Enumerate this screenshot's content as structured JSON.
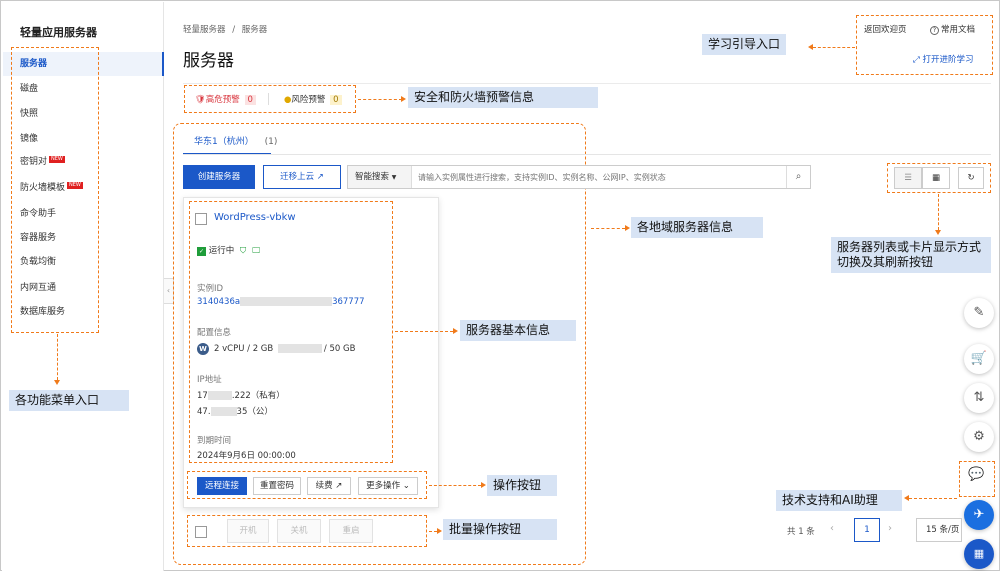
{
  "sidebar": {
    "title": "轻量应用服务器",
    "items": [
      {
        "label": "服务器",
        "new": false
      },
      {
        "label": "磁盘",
        "new": false
      },
      {
        "label": "快照",
        "new": false
      },
      {
        "label": "镜像",
        "new": false
      },
      {
        "label": "密钥对",
        "new": true
      },
      {
        "label": "防火墙模板",
        "new": true
      },
      {
        "label": "命令助手",
        "new": false
      },
      {
        "label": "容器服务",
        "new": false
      },
      {
        "label": "负载均衡",
        "new": false
      },
      {
        "label": "内网互通",
        "new": false
      },
      {
        "label": "数据库服务",
        "new": false
      }
    ],
    "new_badge": "NEW"
  },
  "header": {
    "breadcrumb_root": "轻量服务器",
    "breadcrumb_sep": "/",
    "breadcrumb_current": "服务器",
    "page_title": "服务器",
    "back_welcome": "返回欢迎页",
    "faq": "常用文档",
    "advanced_learning": "打开进阶学习"
  },
  "alerts": {
    "security_label": "高危预警",
    "security_count": "0",
    "risk_label": "风险预警",
    "risk_count": "0"
  },
  "region": {
    "tab_label": "华东1（杭州）",
    "tab_count": "(1)"
  },
  "toolbar": {
    "create_label": "创建服务器",
    "migrate_label": "迁移上云",
    "search_mode": "智能搜索",
    "search_placeholder": "请输入实例属性进行搜索，支持实例ID、实例名称、公网IP、实例状态"
  },
  "instance": {
    "name": "WordPress-vbkw",
    "status": "运行中",
    "id_label": "实例ID",
    "id_prefix": "3140436a",
    "id_suffix": "367777",
    "config_label": "配置信息",
    "config_cpu_mem": "2 vCPU / 2 GB",
    "config_disk": "/ 50 GB",
    "ip_label": "IP地址",
    "private_ip_prefix": "17",
    "private_ip_suffix": ".222（私有）",
    "public_ip_prefix": "47.",
    "public_ip_suffix": "35（公）",
    "expire_label": "到期时间",
    "expire_value": "2024年9月6日 00:00:00",
    "actions": [
      "远程连接",
      "重置密码",
      "续费",
      "更多操作"
    ]
  },
  "batch": {
    "start": "开机",
    "stop": "关机",
    "restart": "重启"
  },
  "pagination": {
    "total": "共 1 条",
    "page": "1",
    "page_size": "15 条/页"
  },
  "callouts": {
    "learning": "学习引导入口",
    "alerts": "安全和防火墙预警信息",
    "region": "各地域服务器信息",
    "view_toggle": "服务器列表或卡片显示方式切换及其刷新按钮",
    "basic_info": "服务器基本信息",
    "menu": "各功能菜单入口",
    "actions": "操作按钮",
    "batch": "批量操作按钮",
    "support": "技术支持和AI助理"
  },
  "colors": {
    "accent": "#1b58c8",
    "annotation": "#f07a1a",
    "callout_bg": "#d7e3f4",
    "alert_red": "#d9363e",
    "running_green": "#1f9d3a"
  }
}
